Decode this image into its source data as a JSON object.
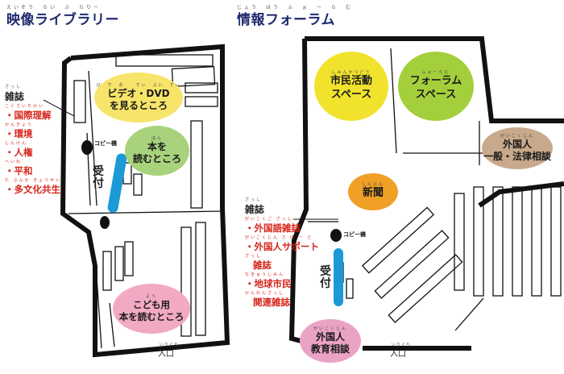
{
  "left": {
    "title": "映像ライブラリー",
    "title_ruby": "えいぞう　らい　ぶ　らりー",
    "bubbles": {
      "video": {
        "line1": "ビデオ・DVD",
        "line2": "を見るところ",
        "ruby": "び　で　お　　でぃ　ぶい　でぃ",
        "color": "#f7e46a"
      },
      "reading": {
        "line1": "本を",
        "line2": "読むところ",
        "ruby": "ほん",
        "color": "#a8d37c"
      },
      "kids": {
        "line1": "こども用",
        "line2": "本を読むところ",
        "ruby": "よう",
        "color": "#f2a9c4"
      }
    },
    "copier": "コピー機",
    "reception": [
      "受",
      "付"
    ],
    "entrance": "入口",
    "entrance_ruby": "いりぐち",
    "legend": {
      "head": "雑誌",
      "head_ruby": "ざっし",
      "items": [
        "・国際理解",
        "・環境",
        "・人権",
        "・平和",
        "・多文化共生"
      ],
      "item_rubies": [
        "こくさいりかい",
        "かんきょう",
        "じんけん",
        "へいわ",
        "た ぶんか きょうせい"
      ]
    }
  },
  "right": {
    "title": "情報フォーラム",
    "title_ruby": "じょう　ほう　ふ　ぉ　ー　ら　む",
    "bubbles": {
      "civic": {
        "line1": "市民活動",
        "line2": "スペース",
        "ruby": "しみんかつどう",
        "color": "#f1e32d"
      },
      "forum": {
        "line1": "フォーラム",
        "line2": "スペース",
        "ruby": "ふぉーらむ",
        "color": "#a4cf3c"
      },
      "news": {
        "line1": "新聞",
        "ruby": "しんぶん",
        "color": "#f0a027"
      },
      "foreign_consult": {
        "line1": "外国人",
        "line2": "一般・法律相談",
        "ruby": "がいこくじん",
        "color": "#c9a98c"
      },
      "edu_consult": {
        "line1": "外国人",
        "line2": "教育相談",
        "ruby": "がいこくじん",
        "color": "#eba3c5"
      }
    },
    "copier": "コピー機",
    "reception": [
      "受",
      "付"
    ],
    "entrance": "入口",
    "entrance_ruby": "いりぐち",
    "legend": {
      "head": "雑誌",
      "head_ruby": "ざっし",
      "items": [
        "・外国語雑誌",
        "・外国人サポート",
        "雑誌",
        "・地球市民",
        "関連雑誌"
      ],
      "item_rubies": [
        "がいこくご ざっし",
        "がいこくじん さ ぽ ー と",
        "ざっし",
        "ちきゅうしみん",
        "かんれんざっし"
      ]
    }
  },
  "colors": {
    "reception_blue": "#1c9ad6",
    "legend_red": "#d7261b",
    "title_navy": "#1e2a6e"
  }
}
